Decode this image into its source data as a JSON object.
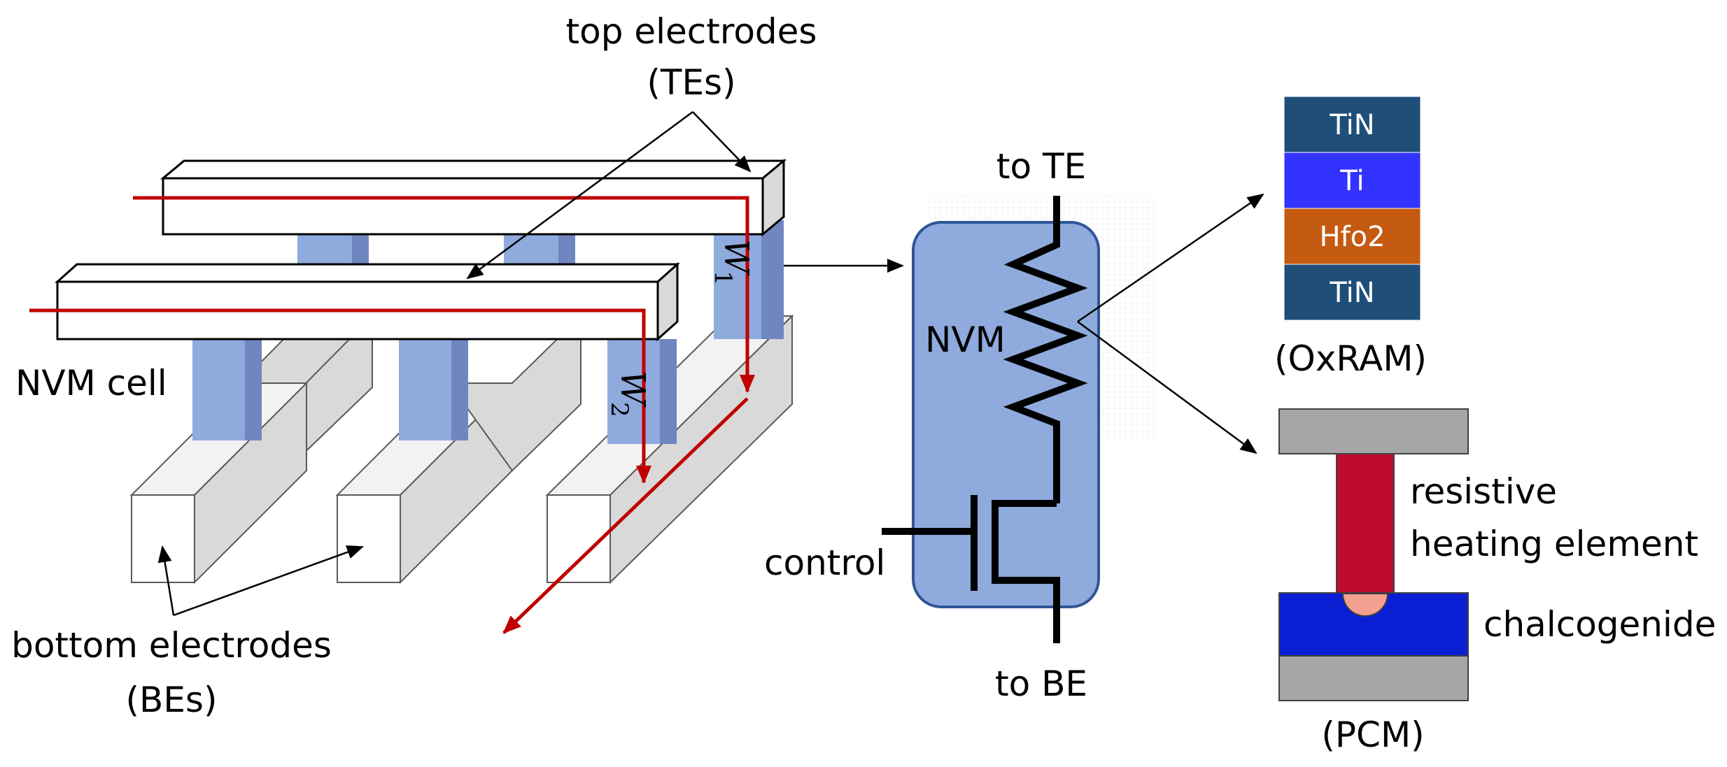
{
  "labels": {
    "top_electrodes": "top electrodes",
    "tes": "(TEs)",
    "nvm_cell": "NVM cell",
    "bottom_electrodes": "bottom electrodes",
    "bes": "(BEs)",
    "to_te": "to TE",
    "to_be": "to BE",
    "nvm": "NVM",
    "control": "control",
    "oxram": "(OxRAM)",
    "pcm": "(PCM)",
    "resistive": "resistive",
    "heating_element": "heating element",
    "chalcogenide": "chalcogenide",
    "w": "W",
    "w1_sub": "1",
    "w2_sub": "2"
  },
  "oxram_stack": [
    {
      "name": "TiN",
      "color": "#1f4e79"
    },
    {
      "name": "Ti",
      "color": "#3333ff"
    },
    {
      "name": "Hfo2",
      "color": "#c55a11"
    },
    {
      "name": "TiN",
      "color": "#1f4e79"
    }
  ],
  "colors": {
    "current_path": "#c00000",
    "pillar_front": "#8faadc",
    "pillar_side": "#6f86c0",
    "be_side": "#d9d9d9",
    "cell_box": "#8faadc",
    "cell_border": "#2f5597",
    "pcm_electrode": "#a6a6a6",
    "pcm_heater": "#c00000",
    "pcm_chalcogenide": "#0020d0",
    "pcm_active_region": "#f4a090"
  }
}
